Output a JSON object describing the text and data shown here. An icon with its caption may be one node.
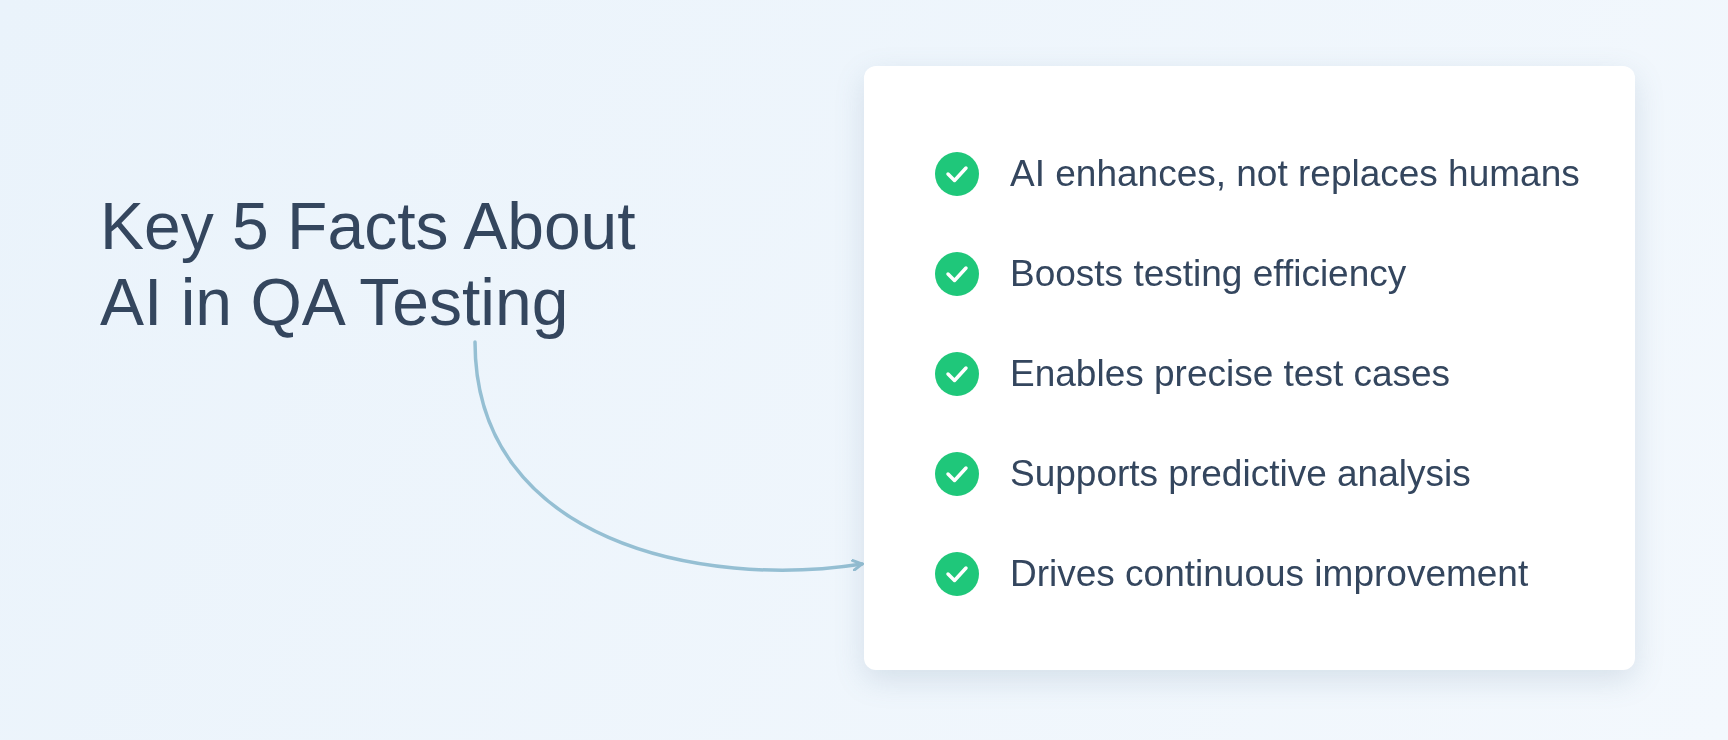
{
  "diagram": {
    "nodes": [
      {
        "text": [
          "Key 5 Facts About AI in QA Testing"
        ]
      },
      {
        "text": [
          "AI enhances, not replaces humans",
          "Boosts testing efficiency",
          "Enables precise test cases",
          "Supports predictive analysis",
          "Drives continuous improvement"
        ]
      }
    ],
    "edges": [
      {
        "from": 0,
        "to": 1,
        "arrow": "to"
      }
    ]
  }
}
